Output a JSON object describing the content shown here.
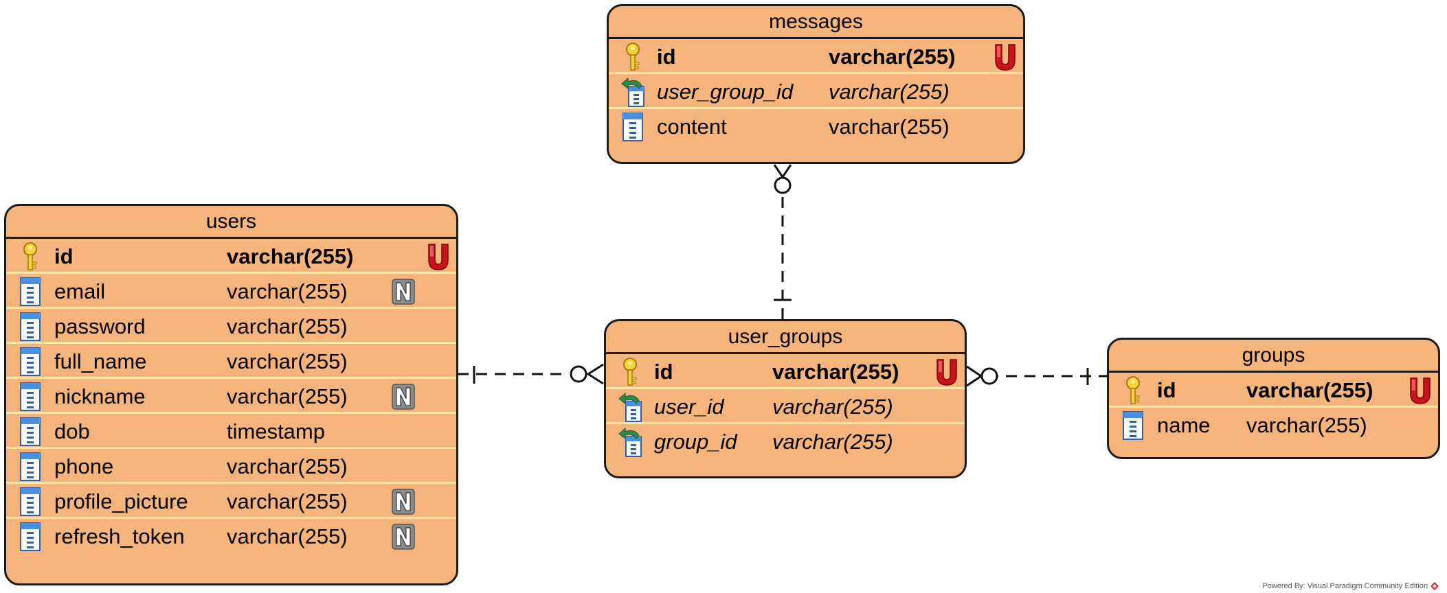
{
  "colors": {
    "entity_fill": "#f4b47c",
    "entity_border": "#1b1b1b",
    "row_divider": "#fde6a8",
    "unique_badge": "#c8141a",
    "key_icon": "#e9c22a",
    "column_icon": "#2f73c8"
  },
  "entities": {
    "messages": {
      "title": "messages",
      "columns": [
        {
          "name": "id",
          "type": "varchar(255)",
          "kind": "pk",
          "badge": "U",
          "icon": "key-icon"
        },
        {
          "name": "user_group_id",
          "type": "varchar(255)",
          "kind": "fk",
          "badge": "",
          "icon": "foreign-key-column-icon"
        },
        {
          "name": "content",
          "type": "varchar(255)",
          "kind": "col",
          "badge": "",
          "icon": "column-icon"
        }
      ]
    },
    "users": {
      "title": "users",
      "columns": [
        {
          "name": "id",
          "type": "varchar(255)",
          "kind": "pk",
          "badge": "U",
          "icon": "key-icon"
        },
        {
          "name": "email",
          "type": "varchar(255)",
          "kind": "col",
          "badge": "N",
          "icon": "column-icon"
        },
        {
          "name": "password",
          "type": "varchar(255)",
          "kind": "col",
          "badge": "",
          "icon": "column-icon"
        },
        {
          "name": "full_name",
          "type": "varchar(255)",
          "kind": "col",
          "badge": "",
          "icon": "column-icon"
        },
        {
          "name": "nickname",
          "type": "varchar(255)",
          "kind": "col",
          "badge": "N",
          "icon": "column-icon"
        },
        {
          "name": "dob",
          "type": "timestamp",
          "kind": "col",
          "badge": "",
          "icon": "column-icon"
        },
        {
          "name": "phone",
          "type": "varchar(255)",
          "kind": "col",
          "badge": "",
          "icon": "column-icon"
        },
        {
          "name": "profile_picture",
          "type": "varchar(255)",
          "kind": "col",
          "badge": "N",
          "icon": "column-icon"
        },
        {
          "name": "refresh_token",
          "type": "varchar(255)",
          "kind": "col",
          "badge": "N",
          "icon": "column-icon"
        }
      ]
    },
    "user_groups": {
      "title": "user_groups",
      "columns": [
        {
          "name": "id",
          "type": "varchar(255)",
          "kind": "pk",
          "badge": "U",
          "icon": "key-icon"
        },
        {
          "name": "user_id",
          "type": "varchar(255)",
          "kind": "fk",
          "badge": "",
          "icon": "foreign-key-column-icon"
        },
        {
          "name": "group_id",
          "type": "varchar(255)",
          "kind": "fk",
          "badge": "",
          "icon": "foreign-key-column-icon"
        }
      ]
    },
    "groups": {
      "title": "groups",
      "columns": [
        {
          "name": "id",
          "type": "varchar(255)",
          "kind": "pk",
          "badge": "U",
          "icon": "key-icon"
        },
        {
          "name": "name",
          "type": "varchar(255)",
          "kind": "col",
          "badge": "",
          "icon": "column-icon"
        }
      ]
    }
  },
  "relationships": [
    {
      "from": "users",
      "to": "user_groups",
      "from_cardinality": "one",
      "to_cardinality": "zero-or-many"
    },
    {
      "from": "groups",
      "to": "user_groups",
      "from_cardinality": "one",
      "to_cardinality": "zero-or-many"
    },
    {
      "from": "user_groups",
      "to": "messages",
      "from_cardinality": "one",
      "to_cardinality": "zero-or-many"
    }
  ],
  "footer": {
    "text": "Powered By: Visual Paradigm Community Edition",
    "icon": "visual-paradigm-logo-icon"
  }
}
